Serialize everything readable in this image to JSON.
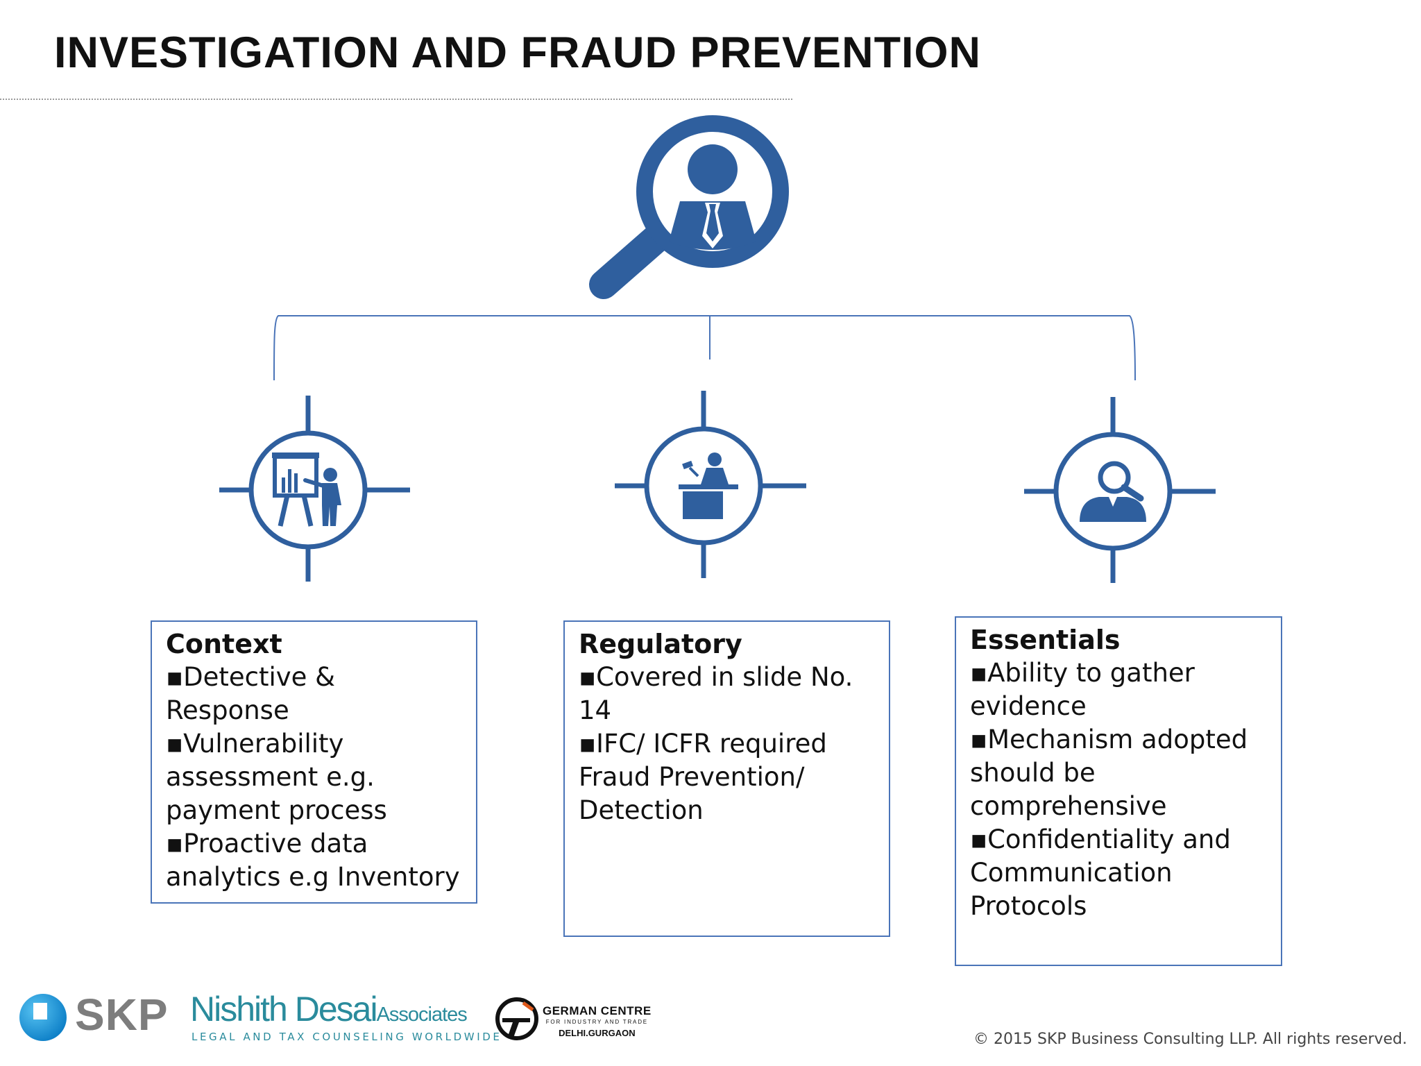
{
  "title": "INVESTIGATION AND FRAUD PREVENTION",
  "colors": {
    "accent": "#2f5f9e",
    "box_border": "#4a74b8",
    "connector": "#4a74b8"
  },
  "top_icon": "magnifier-person-icon",
  "branches": [
    {
      "icon": "presentation-chart-icon",
      "heading": "Context",
      "items": [
        "Detective & Response",
        "Vulnerability assessment e.g. payment process",
        "Proactive data analytics e.g Inventory"
      ]
    },
    {
      "icon": "judge-gavel-icon",
      "heading": "Regulatory",
      "items": [
        "Covered in slide No. 14",
        "IFC/ ICFR required Fraud Prevention/ Detection"
      ]
    },
    {
      "icon": "investigator-magnifier-icon",
      "heading": "Essentials",
      "items": [
        "Ability to gather evidence",
        "Mechanism adopted should be comprehensive",
        "Confidentiality and Communication Protocols"
      ]
    }
  ],
  "footer": {
    "skp": "SKP",
    "nda_name": "Nishith Desai",
    "nda_suffix": "Associates",
    "nda_tagline": "LEGAL AND TAX COUNSELING WORLDWIDE",
    "gc_line1": "GERMAN CENTRE",
    "gc_line2": "FOR INDUSTRY AND TRADE",
    "gc_line3": "DELHI.GURGAON",
    "copyright": "© 2015 SKP Business Consulting LLP. All rights reserved."
  }
}
